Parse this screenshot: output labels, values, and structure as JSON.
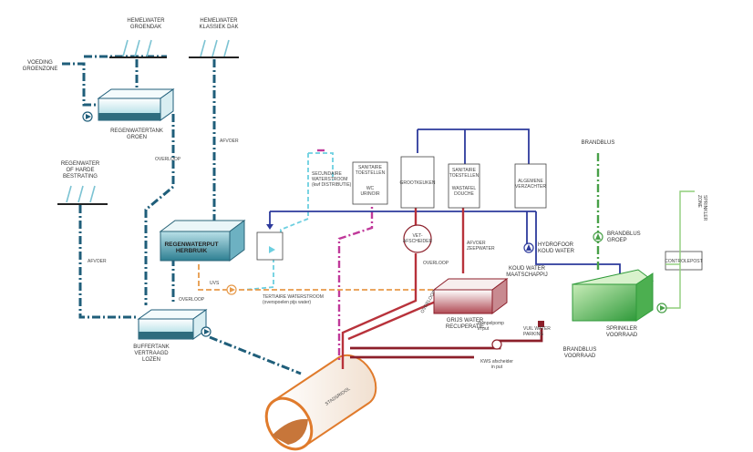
{
  "labels": {
    "voeding_groenzone": [
      "VOEDING",
      "GROENZONE"
    ],
    "hemelwater_groendak": [
      "HEMELWATER",
      "GROENDAK"
    ],
    "hemelwater_klassiek": [
      "HEMELWATER",
      "KLASSIEK DAK"
    ],
    "regenwatertank_groen": [
      "REGENWATERTANK",
      "GROEN"
    ],
    "afvoer_1": "AFVOER",
    "overloop_1": "OVERLOOP",
    "regenwater_harde": [
      "REGENWATER",
      "OF HARDE",
      "BESTRATING"
    ],
    "afvoer_2": "AFVOER",
    "regenwaterput": [
      "REGENWATERPUT",
      "HERBRUIK"
    ],
    "overloop_2": "OVERLOOP",
    "buffertank": [
      "BUFFERTANK",
      "VERTRAAGD",
      "LOZEN"
    ],
    "stadsriool": "STADSRIOOL",
    "secundaire": [
      "SECUNDAIRE",
      "WATERSTROOM",
      "(kwf DISTRIBUTIE)"
    ],
    "sanitaire_links": [
      "SANITAIRE",
      "TOESTELLEN"
    ],
    "wc_urinoir": [
      "WC",
      "URINOIR"
    ],
    "grootkeuken": "GROOTKEUKEN",
    "sanitaire_rechts": [
      "SANITAIRE",
      "TOESTELLEN"
    ],
    "wastafel": [
      "WASTAFEL",
      "DOUCHE"
    ],
    "algemene": [
      "ALGEMENE",
      "VERZACHTER"
    ],
    "vet_afscheider": [
      "VET-",
      "AFSCHEIDER"
    ],
    "afvoer_zeepwater": [
      "AFVOER",
      "ZEEPWATER"
    ],
    "overloop_3": "OVERLOOP",
    "uvs": "UVS",
    "tertiaire": [
      "TERTIAIRE WATERSTROOM",
      "(overspoelen pijs water)"
    ],
    "grijs_water": [
      "GRIJS WATER",
      "RECUPERATIE"
    ],
    "overloop_4": "OVERLOOP",
    "dompelpomp": [
      "dompelpomp",
      "in put"
    ],
    "vuil_water": [
      "VUIL WATER",
      "PARKING"
    ],
    "kws_afscheider": [
      "KWS afscheider",
      "in put"
    ],
    "hydrofoor": [
      "HYDROFOOR",
      "KOUD WATER"
    ],
    "koud_water": [
      "KOUD WATER",
      "MAATSCHAPPIJ"
    ],
    "brandblus_top": "BRANDBLUS",
    "brandblus_groep": [
      "BRANDBLUS",
      "GROEP"
    ],
    "sprinkler_voorraad": [
      "SPRINKLER",
      "VOORRAAD"
    ],
    "brandblus_voorraad": [
      "BRANDBLUS",
      "VOORRAAD"
    ],
    "controlepost": "CONTROLEPOST",
    "sprinkler_zone": [
      "SPRINKLER",
      "ZONE"
    ]
  },
  "colors": {
    "rainwater": "#1f5e7a",
    "blue_supply": "#2d3a9c",
    "cyan_secondary": "#6ccfe0",
    "tertiary_orange": "#e79a4a",
    "magenta": "#c0399a",
    "red_grey": "#b8323b",
    "dark_red": "#8c1f2a",
    "fire_green": "#48a048",
    "light_green": "#8fce7a",
    "tank_teal": "#3d8b9c",
    "stadsriool_orange": "#e07b2c"
  },
  "icons": [
    "pump-icon",
    "rain-arrow-icon",
    "flow-arrow-icon",
    "valve-icon"
  ]
}
